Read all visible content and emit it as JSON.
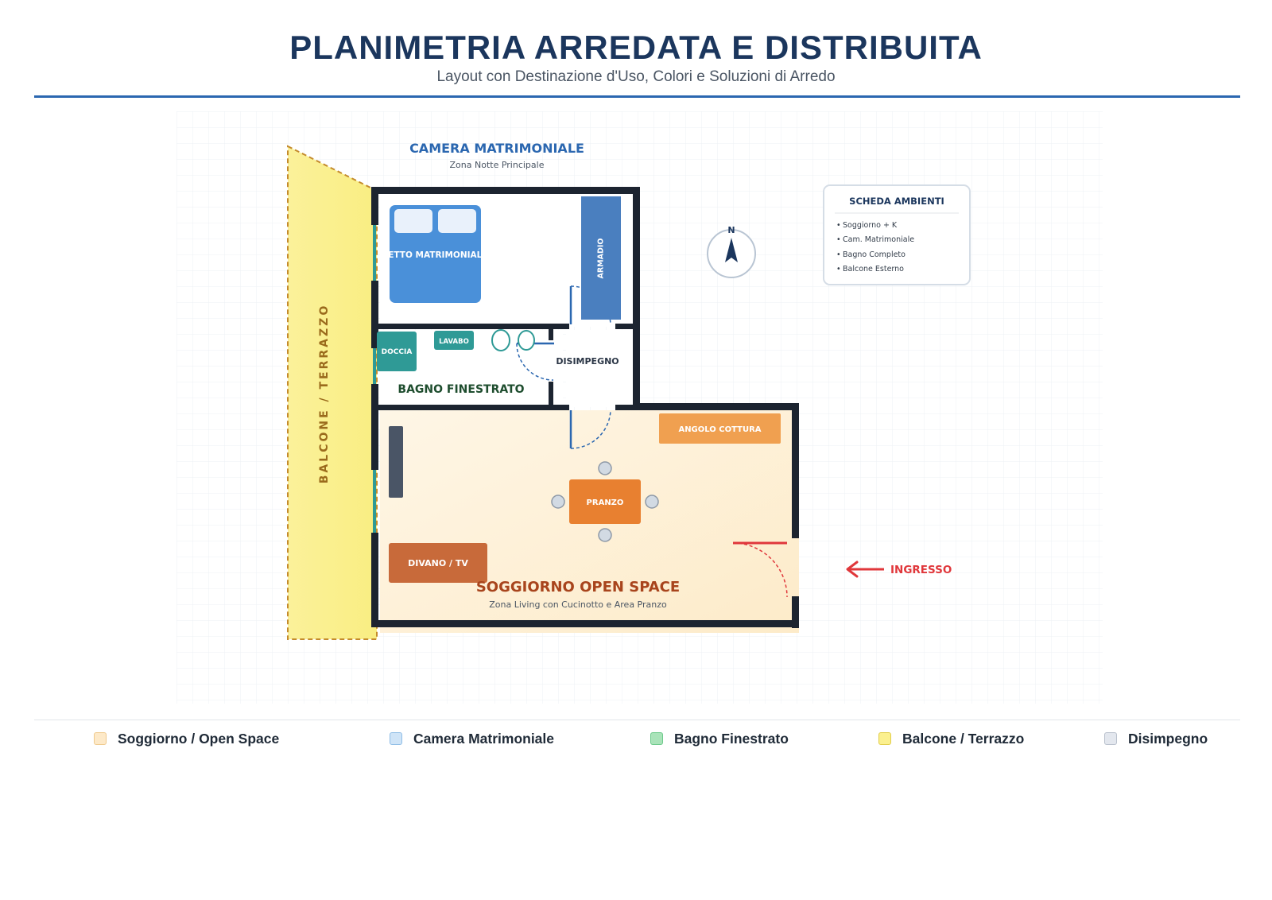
{
  "header": {
    "title": "PLANIMETRIA ARREDATA E DISTRIBUITA",
    "subtitle": "Layout con Destinazione d'Uso, Colori e Soluzioni di Arredo"
  },
  "rooms": {
    "camera": {
      "title": "CAMERA MATRIMONIALE",
      "subtitle": "Zona Notte Principale"
    },
    "bagno": {
      "title": "BAGNO FINESTRATO"
    },
    "disimpegno": {
      "title": "DISIMPEGNO"
    },
    "soggiorno": {
      "title": "SOGGIORNO OPEN SPACE",
      "subtitle": "Zona Living con Cucinotto e Area Pranzo"
    },
    "balcone": {
      "title": "BALCONE / TERRAZZO"
    }
  },
  "furniture": {
    "bed": "LETTO MATRIMONIALE",
    "wardrobe": "ARMADIO",
    "shower": "DOCCIA",
    "sink": "LAVABO",
    "kitchen": "ANGOLO COTTURA",
    "dining": "PRANZO",
    "sofa": "DIVANO / TV"
  },
  "entrance": {
    "label": "INGRESSO",
    "color": "#e0373b"
  },
  "compass": {
    "label": "N"
  },
  "info_card": {
    "title": "SCHEDA AMBIENTI",
    "items": [
      "Soggiorno + K",
      "Cam. Matrimoniale",
      "Bagno Completo",
      "Balcone Esterno"
    ]
  },
  "legend": [
    {
      "label": "Soggiorno / Open Space",
      "fill": "#fde9c8",
      "border": "#efc98c"
    },
    {
      "label": "Camera Matrimoniale",
      "fill": "#cfe4f7",
      "border": "#8fbde6"
    },
    {
      "label": "Bagno Finestrato",
      "fill": "#a9e3b9",
      "border": "#6cc98a"
    },
    {
      "label": "Balcone / Terrazzo",
      "fill": "#fbf08f",
      "border": "#e1cd4a"
    },
    {
      "label": "Disimpegno",
      "fill": "#e3e7ee",
      "border": "#b8c0cc"
    }
  ],
  "colors": {
    "wall": "#1c2430",
    "bed": "#4a90d9",
    "wardrobe": "#4a7fbf",
    "bathroom_fixture": "#2f9a96",
    "kitchen": "#f0a050",
    "dining_table": "#e88030",
    "sofa": "#c86a3a",
    "balcony": "#fbf090",
    "door": "#2b67b0",
    "title": "#1b365d"
  }
}
